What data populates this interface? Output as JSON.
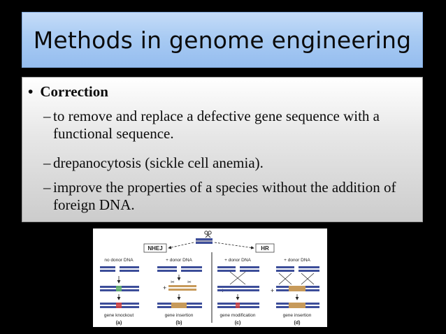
{
  "slide": {
    "title": "Methods in genome engineering",
    "bullet": {
      "marker": "•",
      "heading": "Correction",
      "items": [
        {
          "dash": "–",
          "text": "to remove and replace a defective gene sequence with a functional sequence."
        },
        {
          "dash": "–",
          "text": "drepanocytosis (sickle cell anemia)."
        },
        {
          "dash": "–",
          "text": "improve the properties of a species without the addition of foreign DNA."
        }
      ]
    }
  },
  "figure": {
    "pathway_left": "NHEJ",
    "pathway_right": "HR",
    "column_headers": [
      "no donor DNA",
      "+ donor DNA",
      "+ donor DNA",
      "+ donor DNA"
    ],
    "outcomes": [
      "gene knockout",
      "gene insertion",
      "gene modification",
      "gene insertion"
    ],
    "panel_labels": [
      "(a)",
      "(b)",
      "(c)",
      "(d)"
    ],
    "plus_sign": "+",
    "colors": {
      "dna": "#3c4d99",
      "donor": "#c79a5a",
      "green_mark": "#66b96a",
      "red_mark": "#d8403a"
    }
  },
  "theme": {
    "background": "#000000",
    "title_fill": "#a9cbf3",
    "content_fill": "#e6e6e6"
  }
}
